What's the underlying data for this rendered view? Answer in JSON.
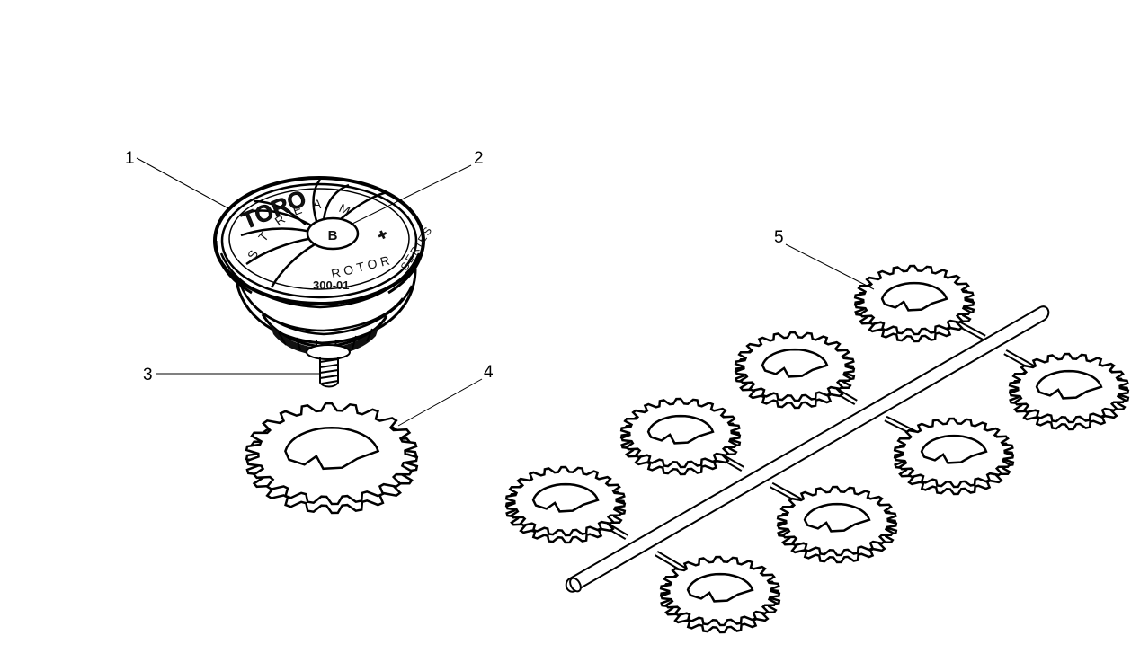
{
  "callouts": [
    {
      "id": "1",
      "label": "1"
    },
    {
      "id": "2",
      "label": "2"
    },
    {
      "id": "3",
      "label": "3"
    },
    {
      "id": "4",
      "label": "4"
    },
    {
      "id": "5",
      "label": "5"
    }
  ],
  "rotor_cap": {
    "brand": "TORO",
    "stream_letters": [
      "S",
      "T",
      "R",
      "E",
      "A",
      "M"
    ],
    "word_rotor": "ROTOR",
    "word_series": "SERIES",
    "model": "300-01",
    "center_mark": "B"
  }
}
